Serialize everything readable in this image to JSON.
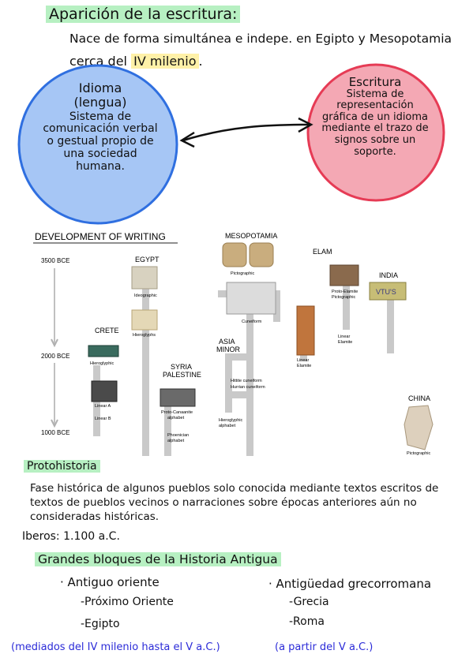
{
  "heading": {
    "title": "Aparición de la escritura:",
    "line1": "Nace de forma simultánea e indepe. en Egipto y Mesopotamia",
    "line2_prefix": "cerca del",
    "line2_highlight": "IV milenio",
    "line2_suffix": "."
  },
  "idioma": {
    "title1": "Idioma",
    "title2": "(lengua)",
    "body": "Sistema de comunicación verbal o gestual propio de una sociedad humana."
  },
  "escritura": {
    "title": "Escritura",
    "body": "Sistema de representación gráfica de un idioma mediante el trazo de signos sobre un soporte."
  },
  "diagram": {
    "title": "DEVELOPMENT OF WRITING",
    "times": [
      "3500 BCE",
      "2000 BCE",
      "1000 BCE"
    ],
    "regions": {
      "egypt": "EGYPT",
      "mesopotamia": "MESOPOTAMIA",
      "elam": "ELAM",
      "india": "INDIA",
      "crete": "CRETE",
      "asia_minor": [
        "ASIA",
        "MINOR"
      ],
      "syria": [
        "SYRIA",
        "PALESTINE"
      ],
      "china": "CHINA"
    },
    "labels": {
      "egypt1": "Ideographic",
      "egypt2": "Hieroglyphs",
      "meso1": "Pictographic",
      "meso2": "Cuneiform",
      "elam1": [
        "Proto-Elamite",
        "Pictographic"
      ],
      "elam2": [
        "Linear",
        "Elamite"
      ],
      "india": "",
      "crete1": "Hieroglyphic",
      "crete2": [
        "Linear A",
        "Linear B"
      ],
      "asia1": [
        "Hittite cuneiform",
        "Hurrian cuneiform"
      ],
      "asia2": [
        "Hieroglyphic",
        "alphabet"
      ],
      "syria1": [
        "Proto-Canaanite",
        "alphabet"
      ],
      "syria2": [
        "Phoenician",
        "alphabet"
      ],
      "elam3": [
        "Linear",
        "Elamite"
      ],
      "china": "Pictographic"
    },
    "india_sign": "VTU'S"
  },
  "proto": {
    "title": "Protohistoria",
    "body": "Fase histórica de algunos pueblos solo conocida mediante textos escritos de textos de pueblos vecinos o narraciones sobre épocas anteriores aún no consideradas históricas.",
    "iberos": "Iberos: 1.100 a.C."
  },
  "bloques": {
    "title": "Grandes bloques de la Historia Antigua",
    "left_head": "· Antiguo oriente",
    "left_items": [
      "-Próximo Oriente",
      "-Egipto"
    ],
    "right_head": "· Antigüedad grecorromana",
    "right_items": [
      "-Grecia",
      "-Roma"
    ],
    "left_note": "(mediados del IV milenio hasta el V a.C.)",
    "right_note": "(a partir del V a.C.)"
  }
}
